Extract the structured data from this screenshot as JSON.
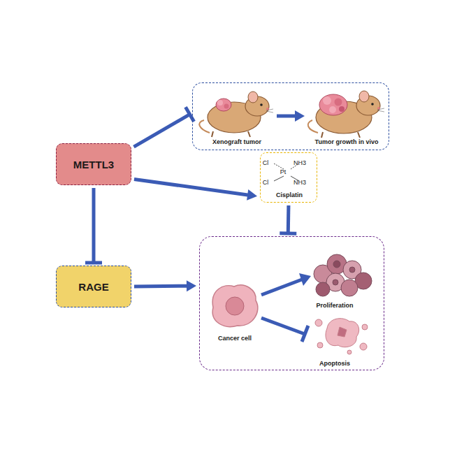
{
  "diagram": {
    "nodes": [
      {
        "text": [
          "METTL3"
        ]
      },
      {
        "text": [
          "Xenograft tumor",
          "Tumor growth in vivo"
        ]
      },
      {
        "text": [
          "Cisplatin"
        ]
      },
      {
        "text": [
          "RAGE"
        ]
      },
      {
        "text": [
          "Cancer cell",
          "Proliferation",
          "Apoptosis"
        ]
      }
    ],
    "edges": [
      {
        "from": 0,
        "to": 1,
        "arrow": "to"
      },
      {
        "from": 0,
        "to": 2,
        "arrow": "to"
      },
      {
        "from": 2,
        "to": 4,
        "arrow": "to"
      },
      {
        "from": 0,
        "to": 3,
        "arrow": "to"
      },
      {
        "from": 3,
        "to": 4,
        "arrow": "to"
      }
    ],
    "labels": [
      "Cl",
      "Pt",
      "NH3",
      "Cl",
      "NH3"
    ]
  }
}
